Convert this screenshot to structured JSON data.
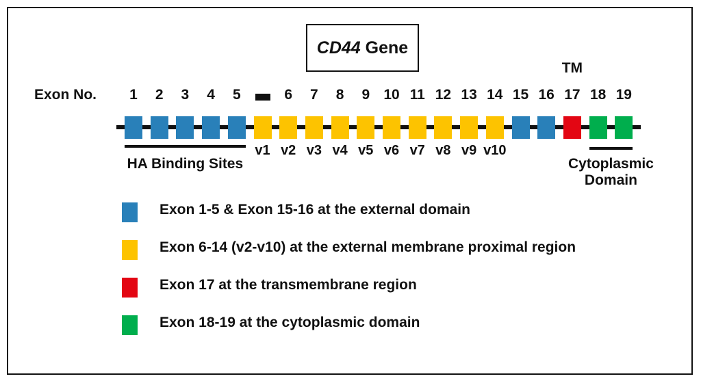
{
  "figure": {
    "title_gene": "CD44",
    "title_suffix": " Gene",
    "exon_axis_label": "Exon No.",
    "tm_label": "TM"
  },
  "colors": {
    "external_domain_blue": "#2980B9",
    "membrane_proximal_yellow": "#FDC300",
    "transmembrane_red": "#E30613",
    "cytoplasmic_green": "#00AE4D",
    "line_black": "#111111",
    "background_white": "#FFFFFF"
  },
  "gene_map": {
    "exons": [
      {
        "number": "1",
        "variant": "",
        "color_key": "external_domain_blue"
      },
      {
        "number": "2",
        "variant": "",
        "color_key": "external_domain_blue"
      },
      {
        "number": "3",
        "variant": "",
        "color_key": "external_domain_blue"
      },
      {
        "number": "4",
        "variant": "",
        "color_key": "external_domain_blue"
      },
      {
        "number": "5",
        "variant": "",
        "color_key": "external_domain_blue"
      },
      {
        "number": "",
        "variant": "v1",
        "color_key": "membrane_proximal_yellow",
        "number_is_dash": true
      },
      {
        "number": "6",
        "variant": "v2",
        "color_key": "membrane_proximal_yellow"
      },
      {
        "number": "7",
        "variant": "v3",
        "color_key": "membrane_proximal_yellow"
      },
      {
        "number": "8",
        "variant": "v4",
        "color_key": "membrane_proximal_yellow"
      },
      {
        "number": "9",
        "variant": "v5",
        "color_key": "membrane_proximal_yellow"
      },
      {
        "number": "10",
        "variant": "v6",
        "color_key": "membrane_proximal_yellow"
      },
      {
        "number": "11",
        "variant": "v7",
        "color_key": "membrane_proximal_yellow"
      },
      {
        "number": "12",
        "variant": "v8",
        "color_key": "membrane_proximal_yellow"
      },
      {
        "number": "13",
        "variant": "v9",
        "color_key": "membrane_proximal_yellow"
      },
      {
        "number": "14",
        "variant": "v10",
        "color_key": "membrane_proximal_yellow"
      },
      {
        "number": "15",
        "variant": "",
        "color_key": "external_domain_blue"
      },
      {
        "number": "16",
        "variant": "",
        "color_key": "external_domain_blue"
      },
      {
        "number": "17",
        "variant": "",
        "color_key": "transmembrane_red"
      },
      {
        "number": "18",
        "variant": "",
        "color_key": "cytoplasmic_green"
      },
      {
        "number": "19",
        "variant": "",
        "color_key": "cytoplasmic_green"
      }
    ],
    "annotations": [
      {
        "label": "HA Binding Sites",
        "span_start_exon": 1,
        "span_end_exon": 5
      },
      {
        "label": "Cytoplasmic\nDomain",
        "span_start_exon": 19,
        "span_end_exon": 20
      }
    ],
    "tm_marks_exon": 18
  },
  "legend": {
    "items": [
      {
        "color_key": "external_domain_blue",
        "text": "Exon 1-5 & Exon 15-16 at the external domain"
      },
      {
        "color_key": "membrane_proximal_yellow",
        "text": "Exon 6-14 (v2-v10) at the external membrane proximal region"
      },
      {
        "color_key": "transmembrane_red",
        "text": "Exon 17 at the transmembrane region"
      },
      {
        "color_key": "cytoplasmic_green",
        "text": "Exon 18-19 at the cytoplasmic domain"
      }
    ]
  }
}
